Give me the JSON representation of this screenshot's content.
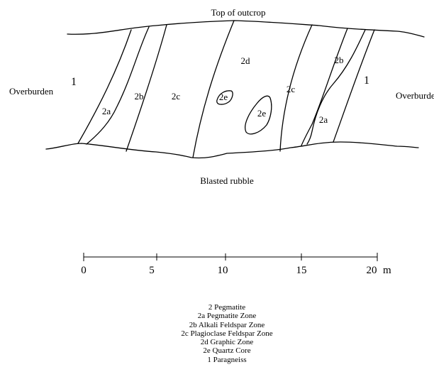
{
  "diagram": {
    "top_label": "Top of outcrop",
    "bottom_label": "Blasted rubble",
    "overburden_left": "Overburden",
    "overburden_right": "Overburde",
    "zone_labels": {
      "paragneiss_left": "1",
      "paragneiss_right": "1",
      "pegmatite_left": "2a",
      "alkali_left": "2b",
      "plagioclase_left": "2c",
      "graphic": "2d",
      "quartz_small": "2e",
      "quartz_large": "2e",
      "plagioclase_right": "2c",
      "alkali_right": "2b",
      "pegmatite_right": "2a"
    }
  },
  "scale": {
    "ticks": [
      "0",
      "5",
      "10",
      "15",
      "20"
    ],
    "unit": "m"
  },
  "legend": [
    "2  Pegmatite",
    "2a Pegmatite Zone",
    "2b Alkali Feldspar Zone",
    "2c Plagioclase Feldspar Zone",
    "2d Graphic Zone",
    "2e Quartz Core",
    "1  Paragneiss"
  ]
}
